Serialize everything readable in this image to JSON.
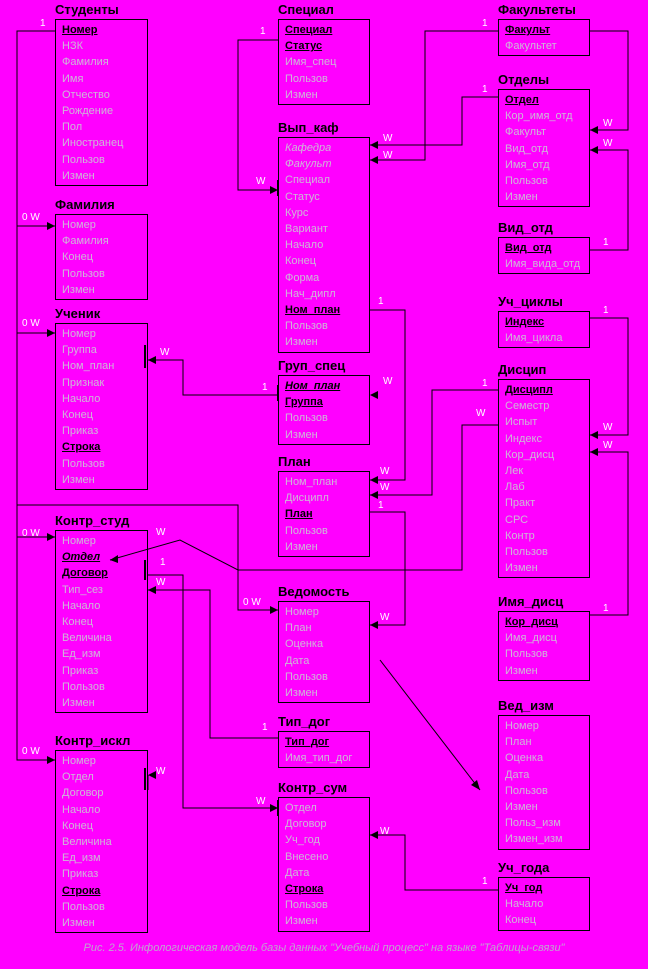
{
  "caption": "Рис. 2.5. Инфологическая модель базы данных \"Учебный процесс\" на языке \"Таблицы-связи\"",
  "entities": [
    {
      "id": "students",
      "title": "Студенты",
      "fields": [
        {
          "t": "Номер",
          "k": 1
        },
        {
          "t": "НЗК"
        },
        {
          "t": "Фамилия"
        },
        {
          "t": "Имя"
        },
        {
          "t": "Отчество"
        },
        {
          "t": "Рождение"
        },
        {
          "t": "Пол"
        },
        {
          "t": "Иностранец"
        },
        {
          "t": "Пользов"
        },
        {
          "t": "Измен"
        }
      ]
    },
    {
      "id": "familia",
      "title": "Фамилия",
      "fields": [
        {
          "t": "Номер"
        },
        {
          "t": "Фамилия"
        },
        {
          "t": "Конец"
        },
        {
          "t": "Пользов"
        },
        {
          "t": "Измен"
        }
      ]
    },
    {
      "id": "uchenik",
      "title": "Ученик",
      "fields": [
        {
          "t": "Номер"
        },
        {
          "t": "Группа"
        },
        {
          "t": "Ном_план"
        },
        {
          "t": "Признак"
        },
        {
          "t": "Начало"
        },
        {
          "t": "Конец"
        },
        {
          "t": "Приказ"
        },
        {
          "t": "Строка",
          "k": 1
        },
        {
          "t": "Пользов"
        },
        {
          "t": "Измен"
        }
      ]
    },
    {
      "id": "kontrstud",
      "title": "Контр_студ",
      "fields": [
        {
          "t": "Номер"
        },
        {
          "t": "Отдел",
          "k": 1,
          "f": 1
        },
        {
          "t": "Договор",
          "k": 1
        },
        {
          "t": "Тип_сез"
        },
        {
          "t": "Начало"
        },
        {
          "t": "Конец"
        },
        {
          "t": "Величина"
        },
        {
          "t": "Ед_изм"
        },
        {
          "t": "Приказ"
        },
        {
          "t": "Пользов"
        },
        {
          "t": "Измен"
        }
      ]
    },
    {
      "id": "kontriskl",
      "title": "Контр_искл",
      "fields": [
        {
          "t": "Номер"
        },
        {
          "t": "Отдел"
        },
        {
          "t": "Договор"
        },
        {
          "t": "Начало"
        },
        {
          "t": "Конец"
        },
        {
          "t": "Величина"
        },
        {
          "t": "Ед_изм"
        },
        {
          "t": "Приказ"
        },
        {
          "t": "Строка",
          "k": 1
        },
        {
          "t": "Пользов"
        },
        {
          "t": "Измен"
        }
      ]
    },
    {
      "id": "special",
      "title": "Специал",
      "fields": [
        {
          "t": "Специал",
          "k": 1
        },
        {
          "t": "Статус",
          "k": 1
        },
        {
          "t": "Имя_спец"
        },
        {
          "t": "Пользов"
        },
        {
          "t": "Измен"
        }
      ]
    },
    {
      "id": "vypkaf",
      "title": "Вып_каф",
      "fields": [
        {
          "t": "Кафедра",
          "f": 1
        },
        {
          "t": "Факульт",
          "f": 1
        },
        {
          "t": "Специал"
        },
        {
          "t": "Статус"
        },
        {
          "t": "Курс"
        },
        {
          "t": "Вариант"
        },
        {
          "t": "Начало"
        },
        {
          "t": "Конец"
        },
        {
          "t": "Форма"
        },
        {
          "t": "Нач_дипл"
        },
        {
          "t": "Ном_план",
          "k": 1
        },
        {
          "t": "Пользов"
        },
        {
          "t": "Измен"
        }
      ]
    },
    {
      "id": "grupspec",
      "title": "Груп_спец",
      "fields": [
        {
          "t": "Ном_план",
          "k": 1,
          "f": 1
        },
        {
          "t": "Группа",
          "k": 1
        },
        {
          "t": "Пользов"
        },
        {
          "t": "Измен"
        }
      ]
    },
    {
      "id": "plan",
      "title": "План",
      "fields": [
        {
          "t": "Ном_план"
        },
        {
          "t": "Дисципл"
        },
        {
          "t": "План",
          "k": 1
        },
        {
          "t": "Пользов"
        },
        {
          "t": "Измен"
        }
      ]
    },
    {
      "id": "vedomost",
      "title": "Ведомость",
      "fields": [
        {
          "t": "Номер"
        },
        {
          "t": "План"
        },
        {
          "t": "Оценка"
        },
        {
          "t": "Дата"
        },
        {
          "t": "Пользов"
        },
        {
          "t": "Измен"
        }
      ]
    },
    {
      "id": "tipdog",
      "title": "Тип_дог",
      "fields": [
        {
          "t": "Тип_дог",
          "k": 1
        },
        {
          "t": "Имя_тип_дог"
        }
      ]
    },
    {
      "id": "kontrsum",
      "title": "Контр_сум",
      "fields": [
        {
          "t": "Отдел"
        },
        {
          "t": "Договор"
        },
        {
          "t": "Уч_год"
        },
        {
          "t": "Внесено"
        },
        {
          "t": "Дата"
        },
        {
          "t": "Строка",
          "k": 1
        },
        {
          "t": "Пользов"
        },
        {
          "t": "Измен"
        }
      ]
    },
    {
      "id": "fakultety",
      "title": "Факультеты",
      "fields": [
        {
          "t": "Факульт",
          "k": 1
        },
        {
          "t": "Факультет"
        }
      ]
    },
    {
      "id": "otdely",
      "title": "Отделы",
      "fields": [
        {
          "t": "Отдел",
          "k": 1
        },
        {
          "t": "Кор_имя_отд"
        },
        {
          "t": "Факульт"
        },
        {
          "t": "Вид_отд"
        },
        {
          "t": "Имя_отд"
        },
        {
          "t": "Пользов"
        },
        {
          "t": "Измен"
        }
      ]
    },
    {
      "id": "vidotd",
      "title": "Вид_отд",
      "fields": [
        {
          "t": "Вид_отд",
          "k": 1
        },
        {
          "t": "Имя_вида_отд"
        }
      ]
    },
    {
      "id": "uchcikly",
      "title": "Уч_циклы",
      "fields": [
        {
          "t": "Индекс",
          "k": 1
        },
        {
          "t": "Имя_цикла"
        }
      ]
    },
    {
      "id": "discip",
      "title": "Дисцип",
      "fields": [
        {
          "t": "Дисципл",
          "k": 1
        },
        {
          "t": "Семестр"
        },
        {
          "t": "Испыт"
        },
        {
          "t": "Индекс"
        },
        {
          "t": "Кор_дисц"
        },
        {
          "t": "Лек"
        },
        {
          "t": "Лаб"
        },
        {
          "t": "Практ"
        },
        {
          "t": "СРС"
        },
        {
          "t": "Контр"
        },
        {
          "t": "Пользов"
        },
        {
          "t": "Измен"
        }
      ]
    },
    {
      "id": "imyadisc",
      "title": "Имя_дисц",
      "fields": [
        {
          "t": "Кор_дисц",
          "k": 1
        },
        {
          "t": "Имя_дисц"
        },
        {
          "t": "Пользов"
        },
        {
          "t": "Измен"
        }
      ]
    },
    {
      "id": "vedizm",
      "title": "Вед_изм",
      "fields": [
        {
          "t": "Номер"
        },
        {
          "t": "План"
        },
        {
          "t": "Оценка"
        },
        {
          "t": "Дата"
        },
        {
          "t": "Пользов"
        },
        {
          "t": "Измен"
        },
        {
          "t": "Польз_изм"
        },
        {
          "t": "Измен_изм"
        }
      ]
    },
    {
      "id": "uchgoda",
      "title": "Уч_года",
      "fields": [
        {
          "t": "Уч_год",
          "k": 1
        },
        {
          "t": "Начало"
        },
        {
          "t": "Конец"
        }
      ]
    }
  ],
  "labels": {
    "one": "1",
    "many": "W",
    "zero_many": "0 W"
  }
}
